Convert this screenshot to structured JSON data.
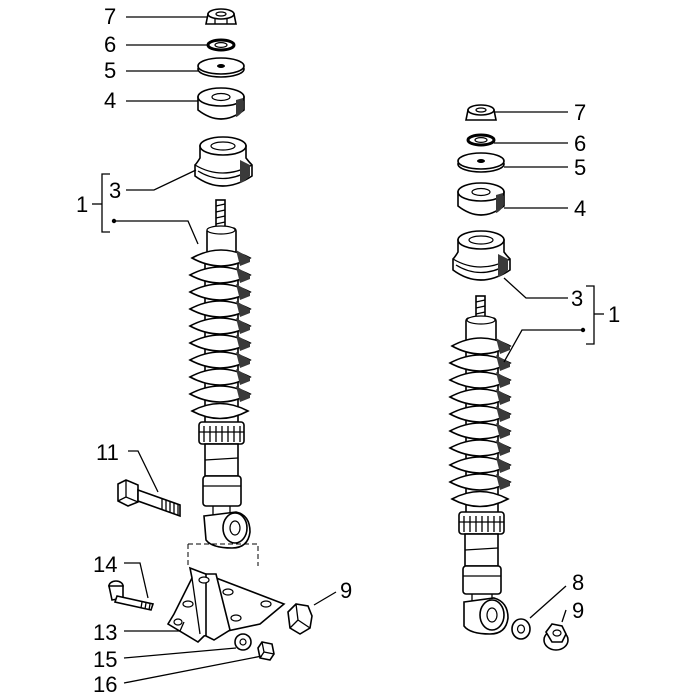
{
  "colors": {
    "ink": "#000000",
    "paper": "#ffffff",
    "shade": "#3a3a3a"
  },
  "callouts": {
    "left": {
      "p7": "7",
      "p6": "6",
      "p5": "5",
      "p4": "4",
      "p3": "3",
      "p1": "1",
      "p11": "11",
      "p14": "14",
      "p13": "13",
      "p15": "15",
      "p16": "16",
      "p9": "9"
    },
    "right": {
      "p7": "7",
      "p6": "6",
      "p5": "5",
      "p4": "4",
      "p3": "3",
      "p1": "1",
      "p8": "8",
      "p9": "9"
    }
  }
}
